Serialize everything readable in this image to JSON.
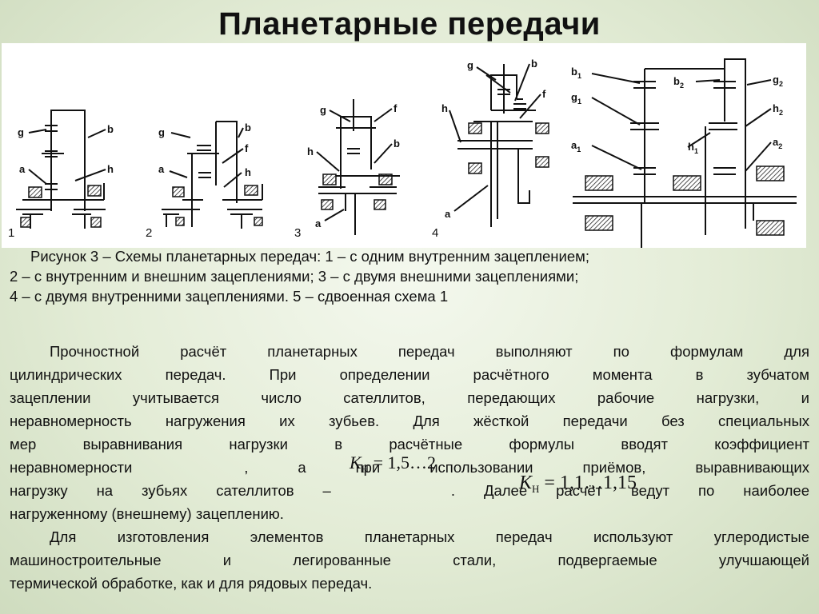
{
  "title": "Планетарные передачи",
  "figure": {
    "schemes": [
      {
        "number": "1",
        "labels": [
          "g",
          "b",
          "a",
          "h"
        ]
      },
      {
        "number": "2",
        "labels": [
          "g",
          "b",
          "f",
          "a",
          "h"
        ]
      },
      {
        "number": "3",
        "labels": [
          "g",
          "f",
          "b",
          "h",
          "a"
        ]
      },
      {
        "number": "4",
        "labels": [
          "g",
          "b",
          "h",
          "f",
          "a"
        ]
      },
      {
        "number": "",
        "labels": [
          "b1",
          "b2",
          "g2",
          "g1",
          "h2",
          "a1",
          "h1",
          "a2"
        ]
      }
    ]
  },
  "caption": {
    "line1": "Рисунок 3 – Схемы планетарных передач: 1 – с одним внутренним зацеплением;",
    "line2": "2 – с внутренним и внешним зацеплениями; 3 – с двумя внешними зацеплениями;",
    "line3": "4 – с двумя внутренними зацеплениями. 5 – сдвоенная схема 1"
  },
  "paragraph1": {
    "l1": "Прочностной расчёт планетарных передач выполняют по формулам для",
    "l2": "цилиндрических передач. При определении расчётного момента в зубчатом",
    "l3": "зацеплении учитывается число сателлитов, передающих рабочие нагрузки, и",
    "l4": "неравномерность нагружения их зубьев. Для жёсткой передачи без специальных",
    "l5": "мер выравнивания нагрузки в расчётные формулы вводят коэффициент",
    "l6a": "неравномерности",
    "l6b": ", а при использовании приёмов, выравнивающих",
    "l7a": "нагрузку на зубьях сателлитов –",
    "l7b": ". Далее расчёт ведут по наиболее",
    "l8": "нагруженному (внешнему) зацеплению."
  },
  "paragraph2": {
    "l1": "Для изготовления элементов планетарных передач используют углеродистые",
    "l2": "машиностроительные и легированные стали, подвергаемые улучшающей",
    "l3": "термической обработке, как и для рядовых передач."
  },
  "formulas": {
    "f1": {
      "symbol": "K",
      "subscript": "H",
      "rhs": "= 1,5…2"
    },
    "f2": {
      "symbol": "K",
      "subscript": "H",
      "rhs": "= 1,1…1,15"
    }
  }
}
